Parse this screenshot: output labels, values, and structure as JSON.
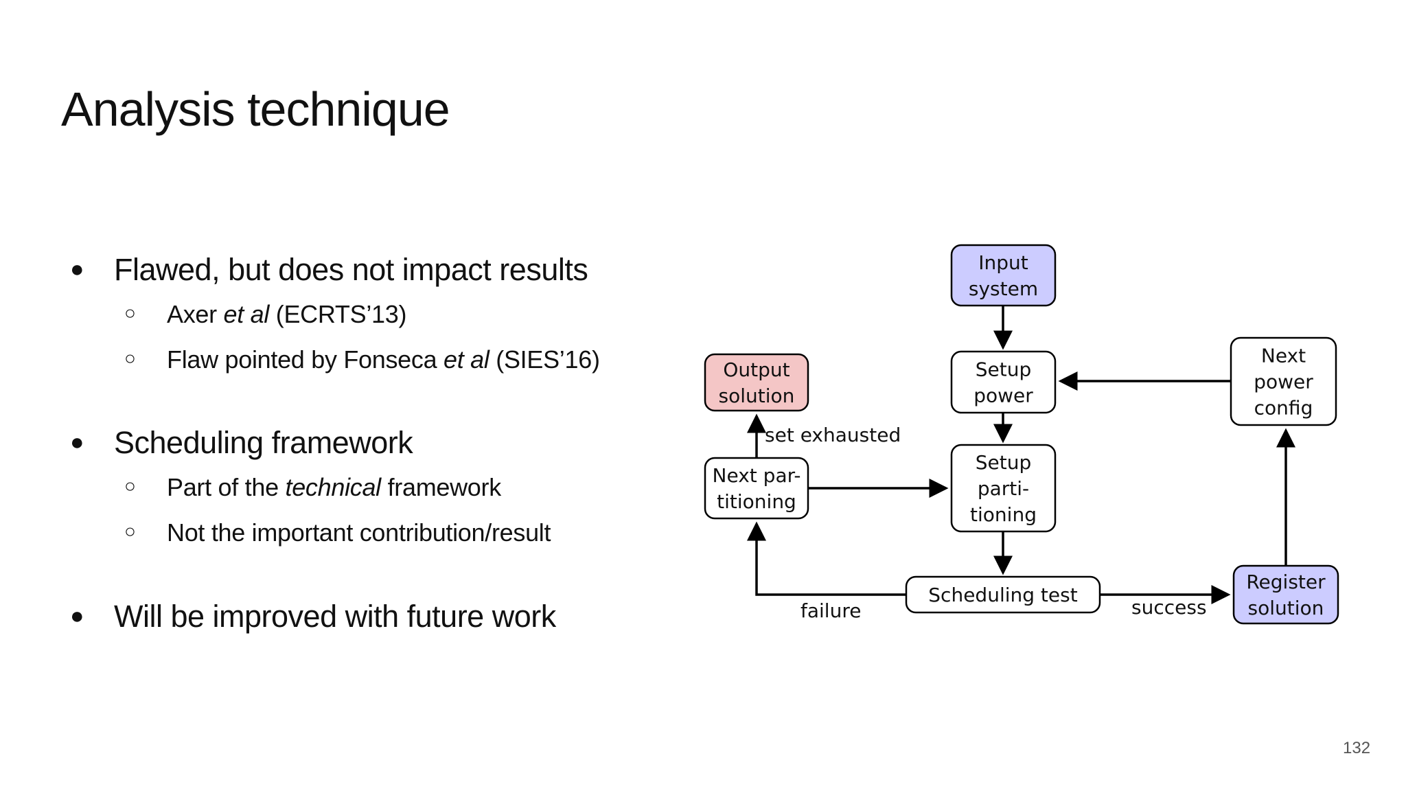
{
  "slide": {
    "title": "Analysis technique",
    "page_number": "132",
    "bullets": [
      {
        "text": "Flawed, but does not impact results",
        "subs": [
          {
            "pre": "Axer ",
            "italic": "et al",
            "post": " (ECRTS’13)"
          },
          {
            "pre": "Flaw pointed by Fonseca ",
            "italic": "et al",
            "post": " (SIES’16)"
          }
        ]
      },
      {
        "text": "Scheduling framework",
        "subs": [
          {
            "pre": "Part of the ",
            "italic": "technical",
            "post": " framework"
          },
          {
            "pre": "Not the important contribution/result",
            "italic": "",
            "post": ""
          }
        ]
      },
      {
        "text": "Will be improved with future work",
        "subs": []
      }
    ],
    "bullet_glyph": "●",
    "sub_glyph": "○"
  },
  "diagram": {
    "colors": {
      "blue": "#ccccff",
      "red": "#f4c6c6",
      "white": "#ffffff"
    },
    "nodes": {
      "input": [
        "Input",
        "system"
      ],
      "setup_power": [
        "Setup",
        "power"
      ],
      "setup_part": [
        "Setup",
        "parti-",
        "tioning"
      ],
      "next_power": [
        "Next",
        "power",
        "config"
      ],
      "output": [
        "Output",
        "solution"
      ],
      "next_part": [
        "Next par-",
        "titioning"
      ],
      "sched": [
        "Scheduling test"
      ],
      "register": [
        "Register",
        "solution"
      ]
    },
    "edge_labels": {
      "set_exhausted": "set exhausted",
      "failure": "failure",
      "success": "success"
    }
  }
}
